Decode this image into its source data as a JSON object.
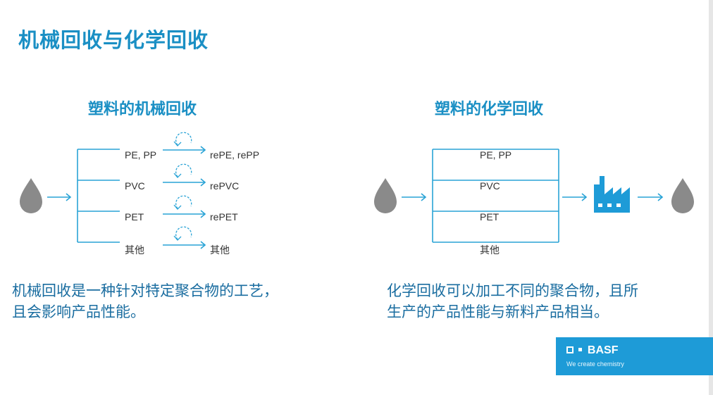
{
  "title": "机械回收与化学回收",
  "mechanical": {
    "heading": "塑料的机械回收",
    "inputs": [
      "PE, PP",
      "PVC",
      "PET",
      "其他"
    ],
    "outputs": [
      "rePE, rePP",
      "rePVC",
      "rePET",
      "其他"
    ],
    "description_line1": "机械回收是一种针对特定聚合物的工艺，",
    "description_line2": "且会影响产品性能。"
  },
  "chemical": {
    "heading": "塑料的化学回收",
    "inputs": [
      "PE, PP",
      "PVC",
      "PET",
      "其他"
    ],
    "description_line1": "化学回收可以加工不同的聚合物，且所",
    "description_line2": "生产的产品性能与新料产品相当。"
  },
  "logo": {
    "name": "BASF",
    "tagline": "We create chemistry"
  },
  "colors": {
    "accent": "#1a8fc4",
    "line": "#29a3d6",
    "drop": "#8a8a8a",
    "logo_bg": "#1e9bd7"
  },
  "icons": [
    "oil-drop-icon",
    "cycle-arrow-icon",
    "factory-icon",
    "arrow-icon"
  ]
}
